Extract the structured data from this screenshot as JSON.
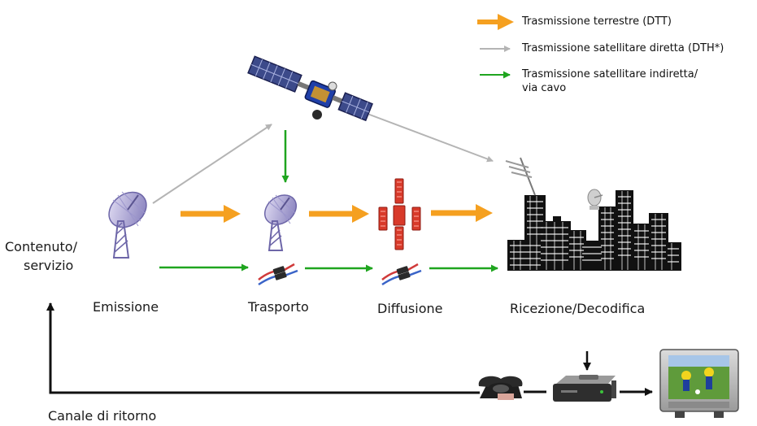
{
  "legend": {
    "items": [
      {
        "label": "Trasmissione terrestre (DTT)",
        "color": "#f5a020"
      },
      {
        "label": "Trasmissione satellitare diretta  (DTH*)",
        "color": "#b4b4b4"
      },
      {
        "label_line1": "Trasmissione satellitare indiretta/",
        "label_line2": "via cavo",
        "color": "#1fa51f"
      }
    ]
  },
  "stages": {
    "content_line1": "Contenuto/",
    "content_line2": "servizio",
    "emission": "Emissione",
    "transport": "Trasporto",
    "broadcast": "Diffusione",
    "reception": "Ricezione/Decodifica"
  },
  "return_channel": "Canale di ritorno",
  "icons": [
    "satellite-icon",
    "dish-antenna-icon",
    "transmitter-tower-icon",
    "fiber-cable-icon",
    "city-buildings-icon",
    "telephone-icon",
    "set-top-box-icon",
    "television-icon"
  ]
}
